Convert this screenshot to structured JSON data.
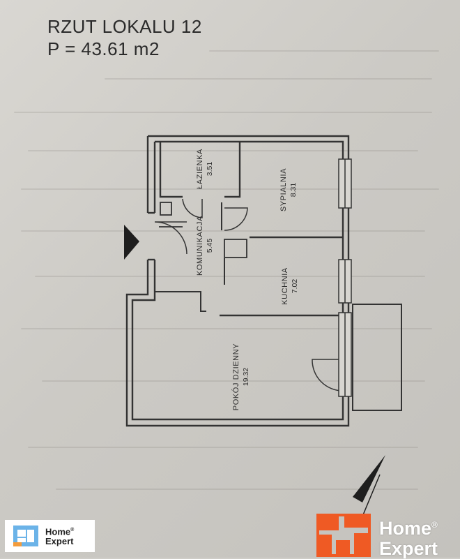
{
  "title": {
    "line1": "RZUT LOKALU 12",
    "line2": "P = 43.61 m2"
  },
  "rooms": {
    "lazienka": {
      "name": "ŁAZIENKA",
      "area": "3.51"
    },
    "sypialnia": {
      "name": "SYPIALNIA",
      "area": "8.31"
    },
    "komunikacja": {
      "name": "KOMUNIKACJA",
      "area": "5.45"
    },
    "kuchnia": {
      "name": "KUCHNIA",
      "area": "7.02"
    },
    "pokoj": {
      "name": "POKÓJ DZIENNY",
      "area": "19.32"
    }
  },
  "logos": {
    "left": {
      "brand_line1": "Home",
      "brand_line2": "Expert",
      "reg": "®"
    },
    "right": {
      "brand_line1": "Home",
      "brand_line2": "Expert",
      "reg": "®"
    }
  },
  "colors": {
    "paper": "#d3d1cc",
    "ink": "#2a2a2a",
    "logo_orange": "#ef5a24",
    "logo_blue": "#3a8fd6"
  },
  "icons": {
    "entrance": "entrance-arrow-icon",
    "north": "north-arrow-icon"
  }
}
